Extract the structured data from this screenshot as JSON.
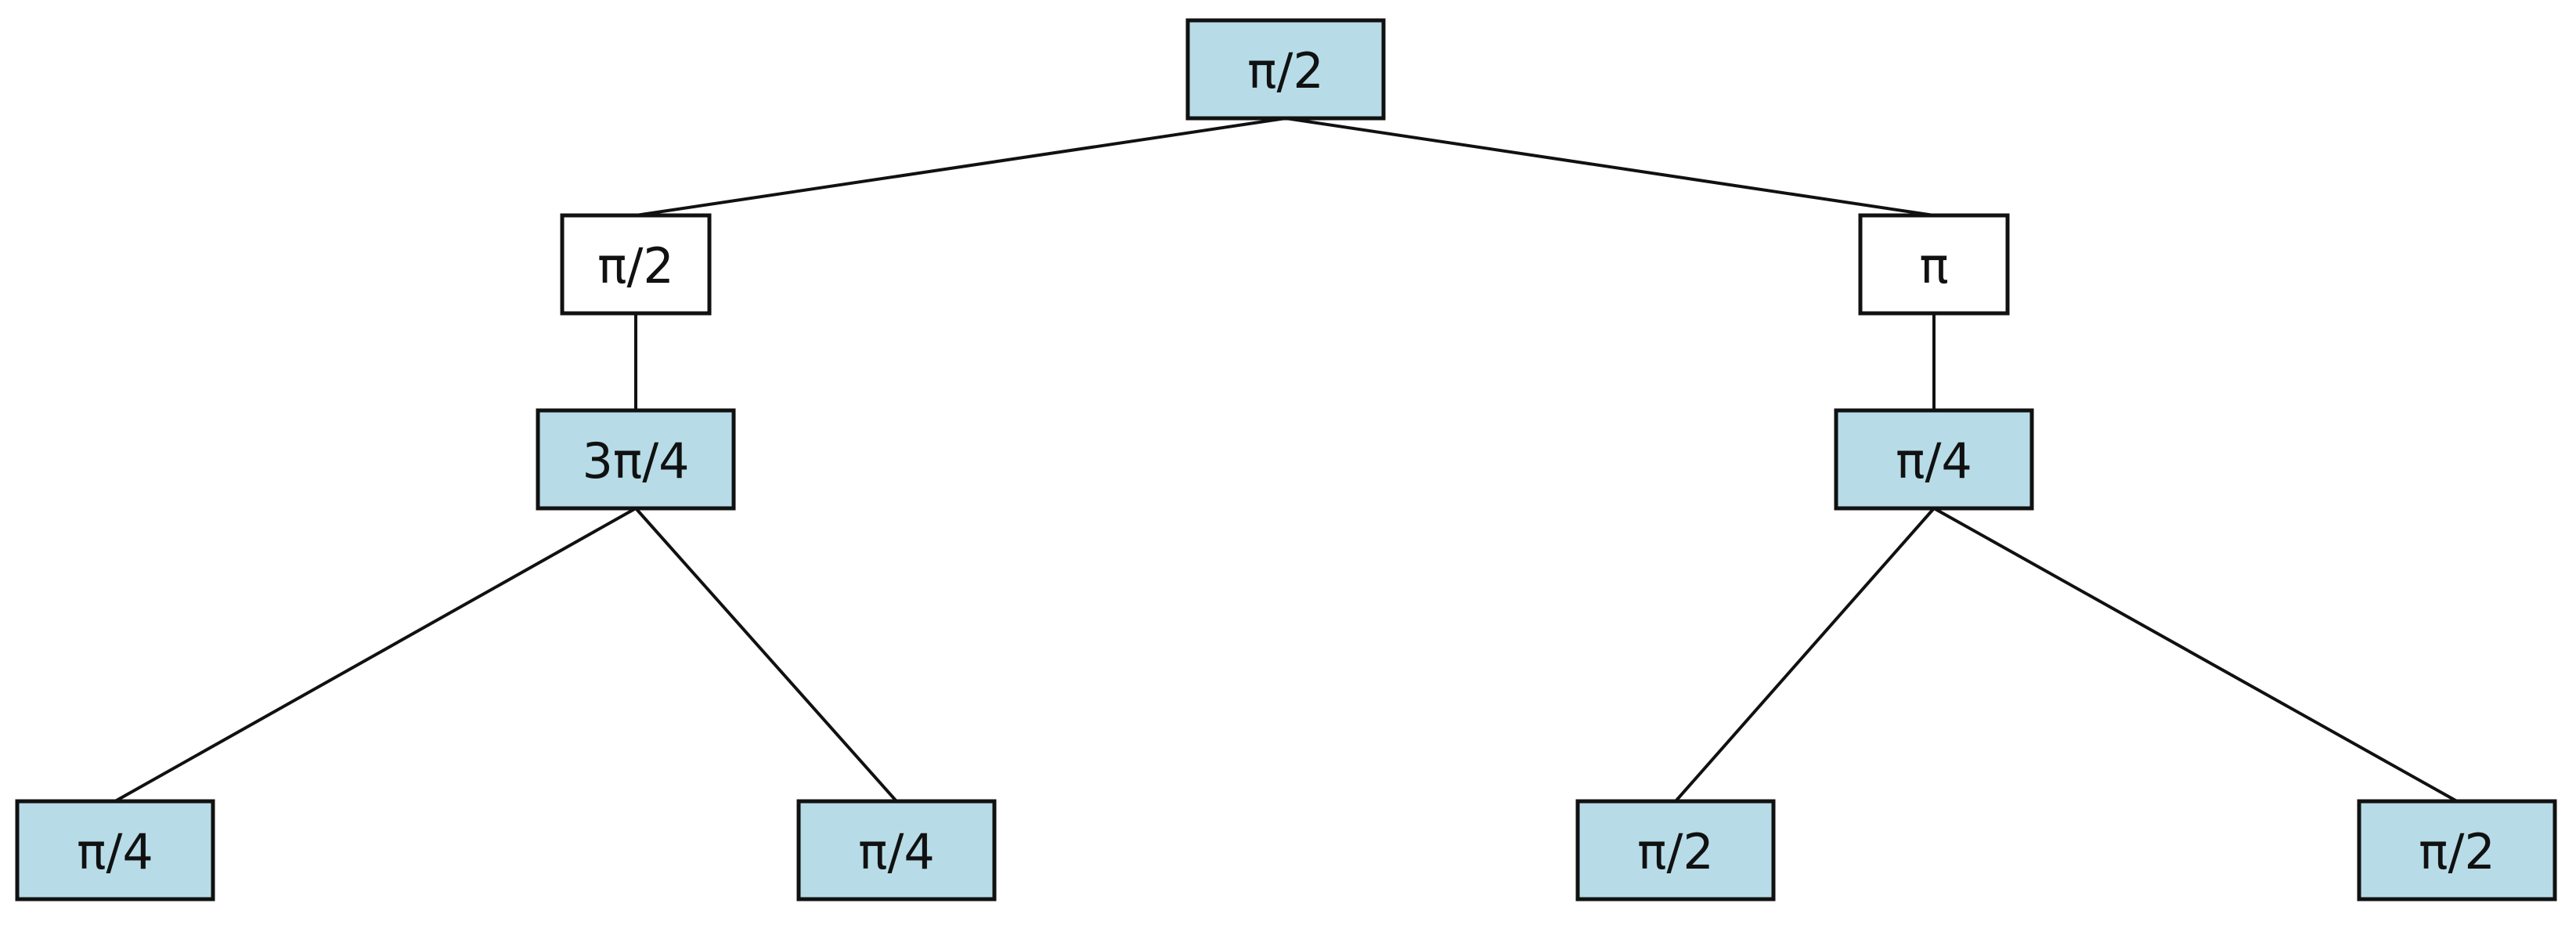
{
  "colors": {
    "highlight_fill": "#b7dce8",
    "plain_fill": "#ffffff",
    "stroke": "#111111"
  },
  "nodes": [
    {
      "id": "root",
      "label": "π/2",
      "highlighted": true
    },
    {
      "id": "l1",
      "label": "π/2",
      "highlighted": false
    },
    {
      "id": "r1",
      "label": "π",
      "highlighted": false
    },
    {
      "id": "l2",
      "label": "3π/4",
      "highlighted": true
    },
    {
      "id": "r2",
      "label": "π/4",
      "highlighted": true
    },
    {
      "id": "ll",
      "label": "π/4",
      "highlighted": true
    },
    {
      "id": "lr",
      "label": "π/4",
      "highlighted": true
    },
    {
      "id": "rl",
      "label": "π/2",
      "highlighted": true
    },
    {
      "id": "rr",
      "label": "π/2",
      "highlighted": true
    }
  ],
  "edges": [
    {
      "from": "root",
      "to": "l1"
    },
    {
      "from": "root",
      "to": "r1"
    },
    {
      "from": "l1",
      "to": "l2"
    },
    {
      "from": "r1",
      "to": "r2"
    },
    {
      "from": "l2",
      "to": "ll"
    },
    {
      "from": "l2",
      "to": "lr"
    },
    {
      "from": "r2",
      "to": "rl"
    },
    {
      "from": "r2",
      "to": "rr"
    }
  ]
}
